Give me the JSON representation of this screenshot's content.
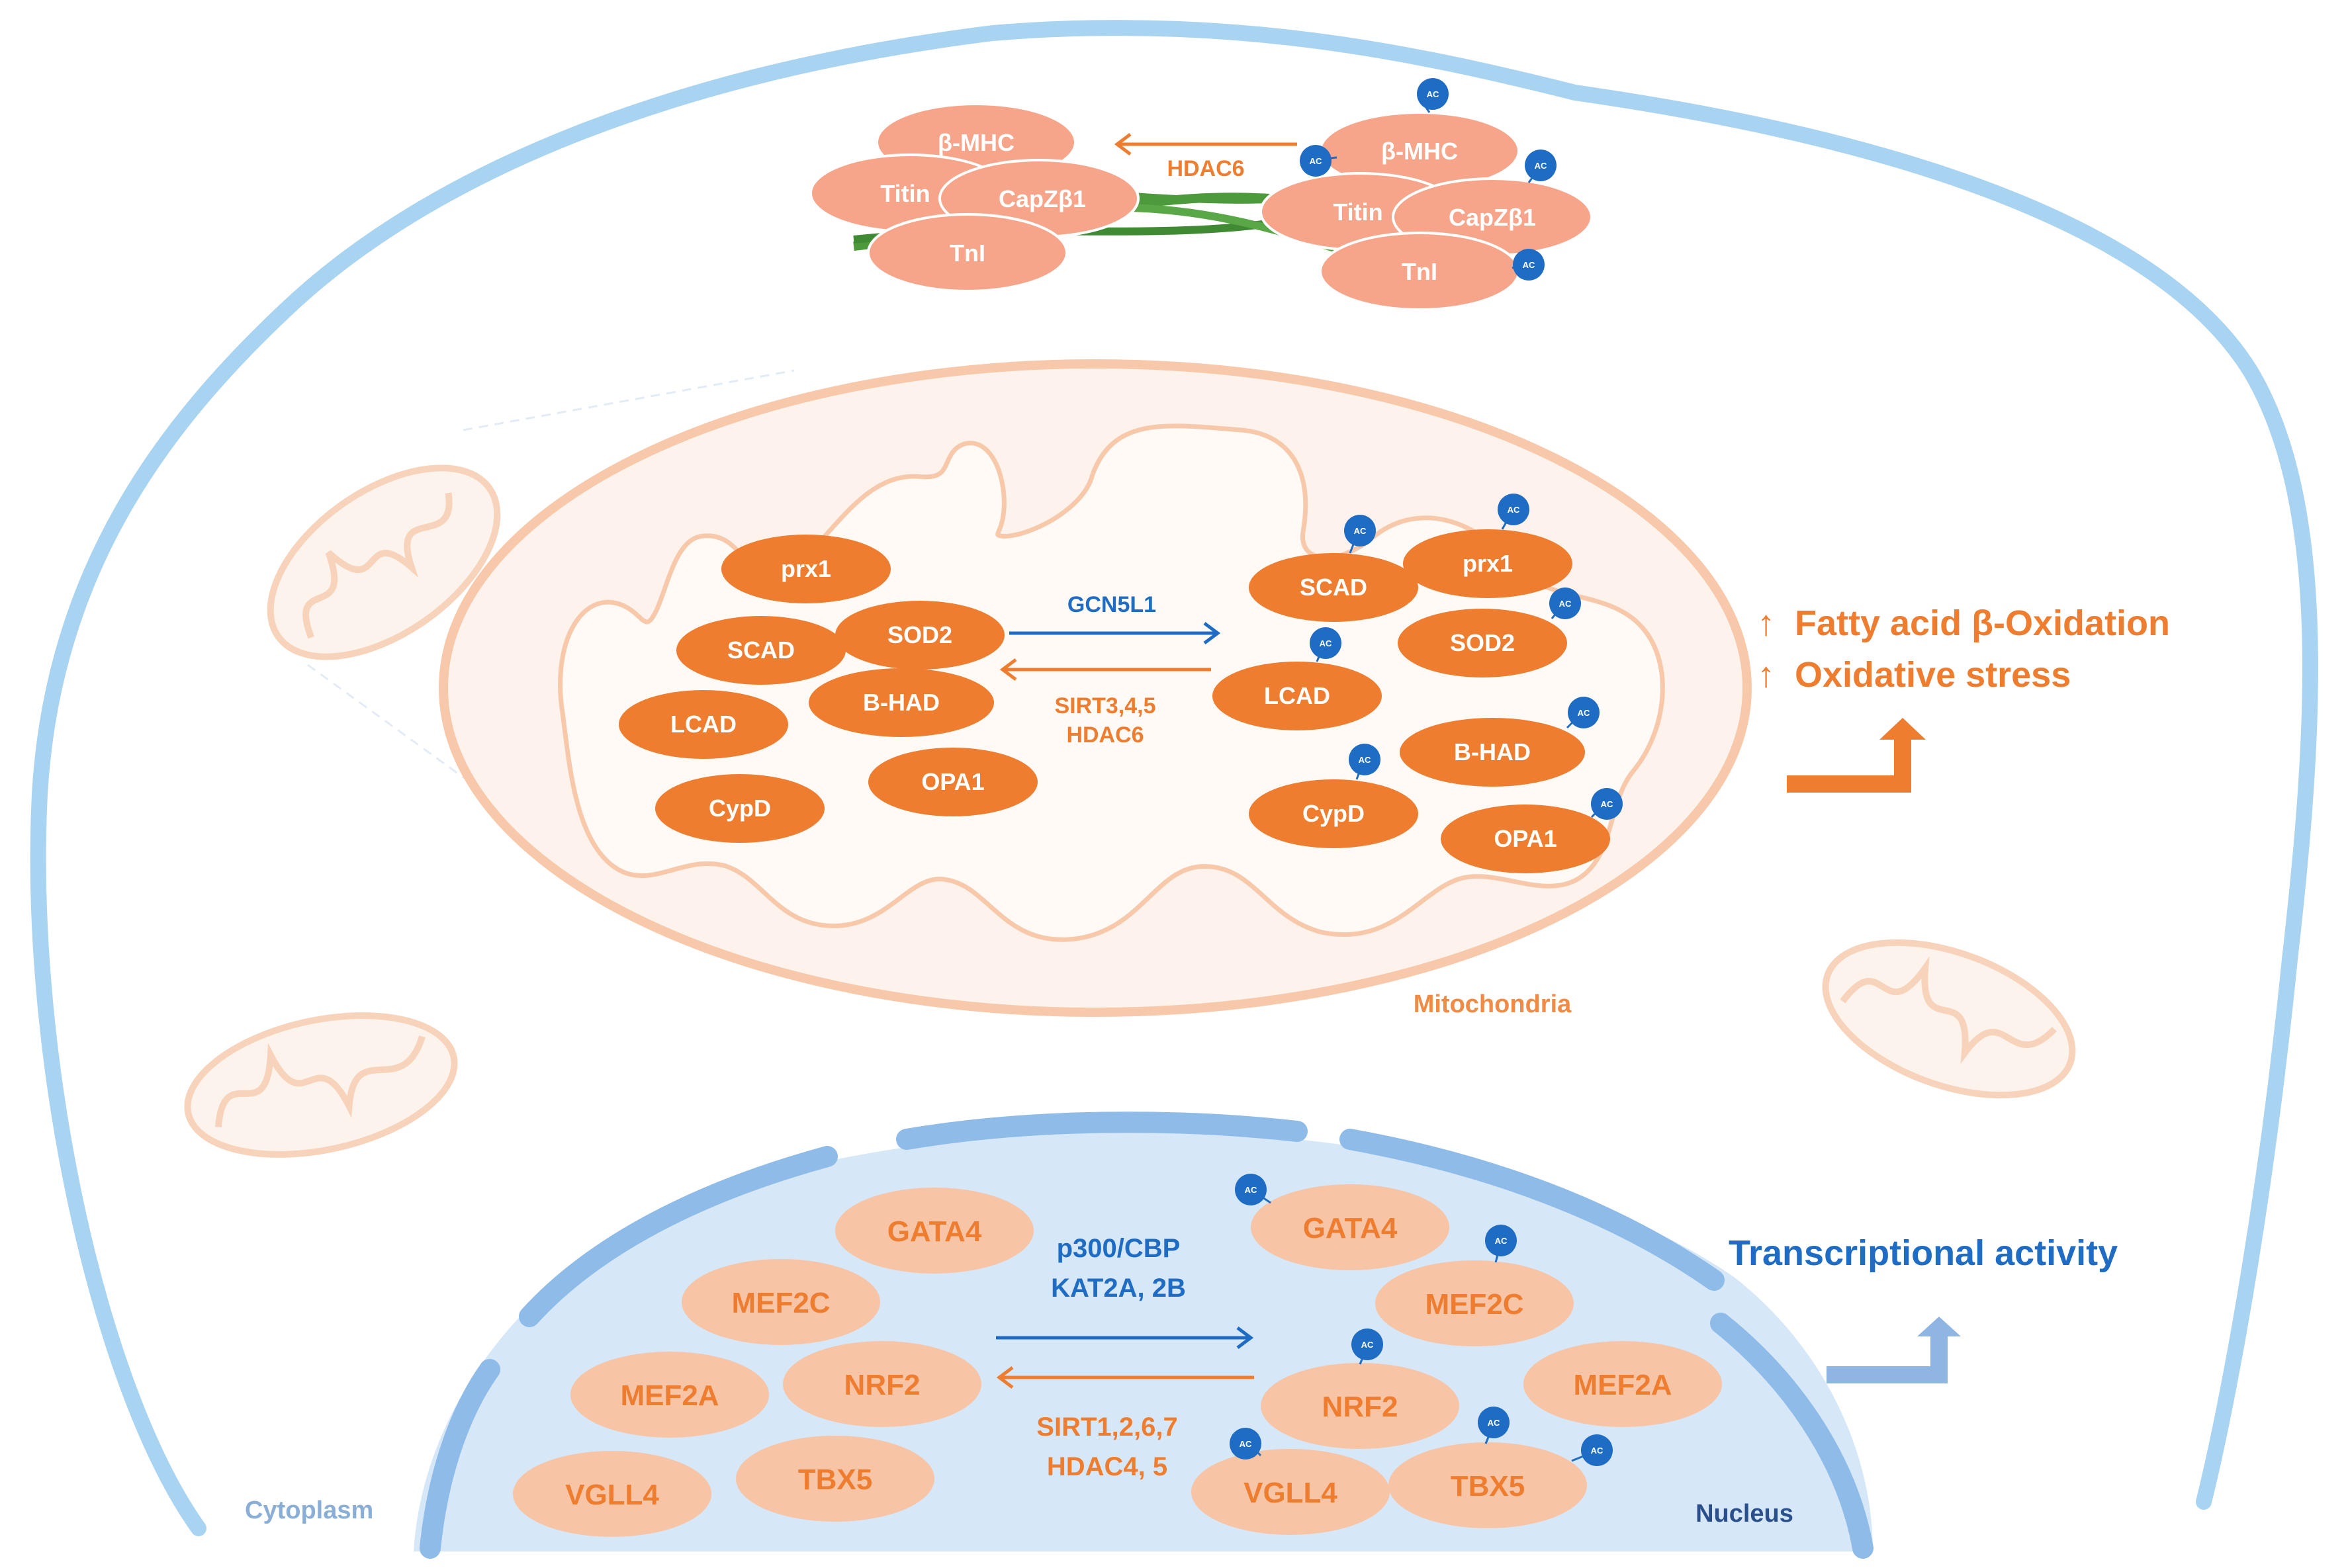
{
  "colors": {
    "cell_membrane": "#a9d4f1",
    "sarcomere_protein": "#f6a58a",
    "mito_protein": "#ee7d30",
    "nuclear_protein": "#f8c4a6",
    "nucleus_fill": "#d6e7f7",
    "nuclear_envelope": "#8fbbe8",
    "acetyl_badge": "#1f6cc4",
    "actin_filament": "#4d9a3c",
    "orange_text": "#ee7d30",
    "blue_text": "#1f6cc4",
    "compartment_label_light": "#8aaed6",
    "compartment_label_dark": "#2a4f8a"
  },
  "acetyl_badge_label": "AC",
  "sarcomere": {
    "deacetylated": [
      "β-MHC",
      "Titin",
      "CapZβ1",
      "TnI"
    ],
    "acetylated": [
      "β-MHC",
      "Titin",
      "CapZβ1",
      "TnI"
    ],
    "enzyme": "HDAC6"
  },
  "mitochondria": {
    "label": "Mitochondria",
    "deacetylated": [
      "prx1",
      "SCAD",
      "SOD2",
      "LCAD",
      "B-HAD",
      "CypD",
      "OPA1"
    ],
    "acetylated": [
      "SCAD",
      "prx1",
      "SOD2",
      "LCAD",
      "B-HAD",
      "CypD",
      "OPA1"
    ],
    "acetylase": "GCN5L1",
    "deacetylases": [
      "SIRT3,4,5",
      "HDAC6"
    ],
    "outcomes": [
      "Fatty acid β-Oxidation",
      "Oxidative stress"
    ],
    "outcome_arrow": "↑"
  },
  "nucleus": {
    "label": "Nucleus",
    "deacetylated": [
      "GATA4",
      "MEF2C",
      "MEF2A",
      "NRF2",
      "VGLL4",
      "TBX5"
    ],
    "acetylated": [
      "GATA4",
      "MEF2C",
      "NRF2",
      "MEF2A",
      "VGLL4",
      "TBX5"
    ],
    "acetylases": [
      "p300/CBP",
      "KAT2A, 2B"
    ],
    "deacetylases": [
      "SIRT1,2,6,7",
      "HDAC4, 5"
    ],
    "outcome": "Transcriptional activity"
  },
  "cytoplasm_label": "Cytoplasm"
}
